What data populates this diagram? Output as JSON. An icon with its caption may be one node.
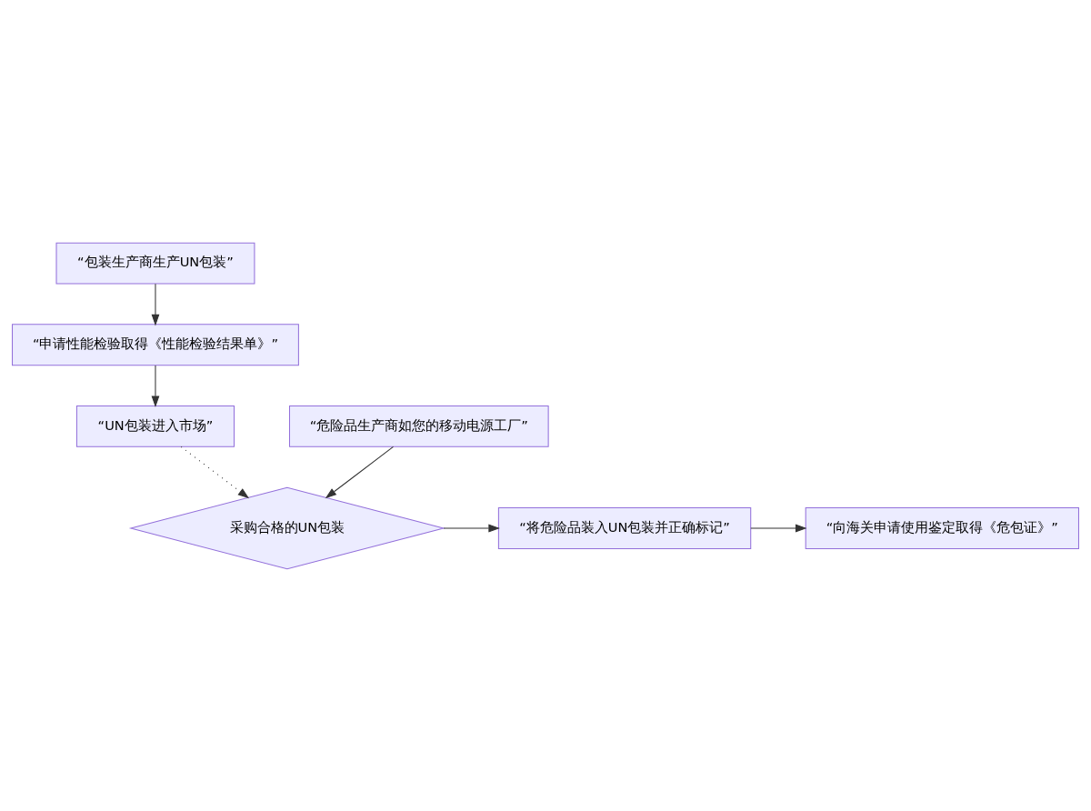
{
  "diagram": {
    "nodes": [
      {
        "text": [
          "“包装生产商生产UN包装”"
        ]
      },
      {
        "text": [
          "“申请性能检验取得《性能检验结果单》”"
        ]
      },
      {
        "text": [
          "“危险品生产商如您的移动电源工厂”"
        ]
      },
      {
        "text": [
          "“UN包装进入市场”"
        ]
      },
      {
        "text": [
          "采购合格的UN包装"
        ]
      },
      {
        "text": [
          "“将危险品装入UN包装并正确标记”"
        ]
      },
      {
        "text": [
          "“向海关申请使用鉴定取得《危包证》”"
        ]
      }
    ],
    "edges": [
      {
        "from": 0,
        "to": 1,
        "arrow": "to"
      },
      {
        "from": 1,
        "to": 3,
        "arrow": "to"
      },
      {
        "from": 2,
        "to": 4,
        "arrow": "to"
      },
      {
        "from": 3,
        "to": 4,
        "arrow": "to",
        "style": "dashed"
      },
      {
        "from": 4,
        "to": 5,
        "arrow": "to"
      },
      {
        "from": 5,
        "to": 6,
        "arrow": "to"
      }
    ]
  }
}
